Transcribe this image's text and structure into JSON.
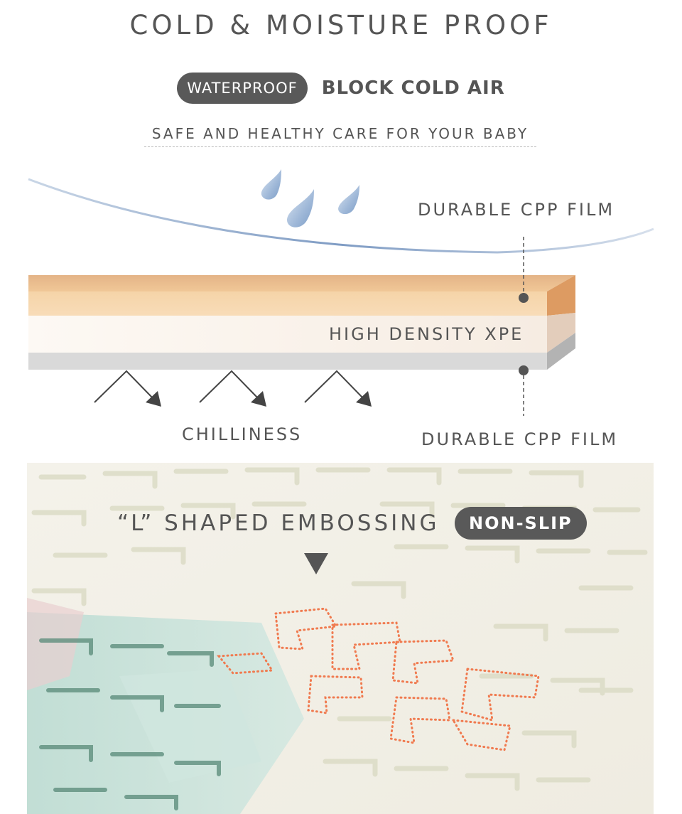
{
  "header": {
    "title": "COLD & MOISTURE PROOF",
    "badge_waterproof": "WATERPROOF",
    "block_cold_air": "BLOCK COLD AIR",
    "subtitle": "SAFE AND HEALTHY CARE FOR YOUR BABY"
  },
  "diagram": {
    "label_top_film": "DURABLE CPP FILM",
    "label_xpe": "HIGH DENSITY XPE",
    "label_bottom_film": "DURABLE CPP FILM",
    "label_chilliness": "CHILLINESS",
    "icons": [
      "water-drop-icon",
      "water-drop-icon",
      "water-drop-icon",
      "arrow-bounce-icon",
      "arrow-bounce-icon",
      "arrow-bounce-icon"
    ],
    "colors": {
      "top_layer": "#f3cfa3",
      "top_layer_dark": "#e0ab78",
      "xpe_layer": "#fbf6f1",
      "bottom_layer": "#d9d9d9",
      "drop": "#a9c1de",
      "curve": "#8ea6c8"
    }
  },
  "embossing": {
    "label": "“L” SHAPED EMBOSSING",
    "badge": "NON-SLIP",
    "highlight_color": "#f07a4f"
  }
}
